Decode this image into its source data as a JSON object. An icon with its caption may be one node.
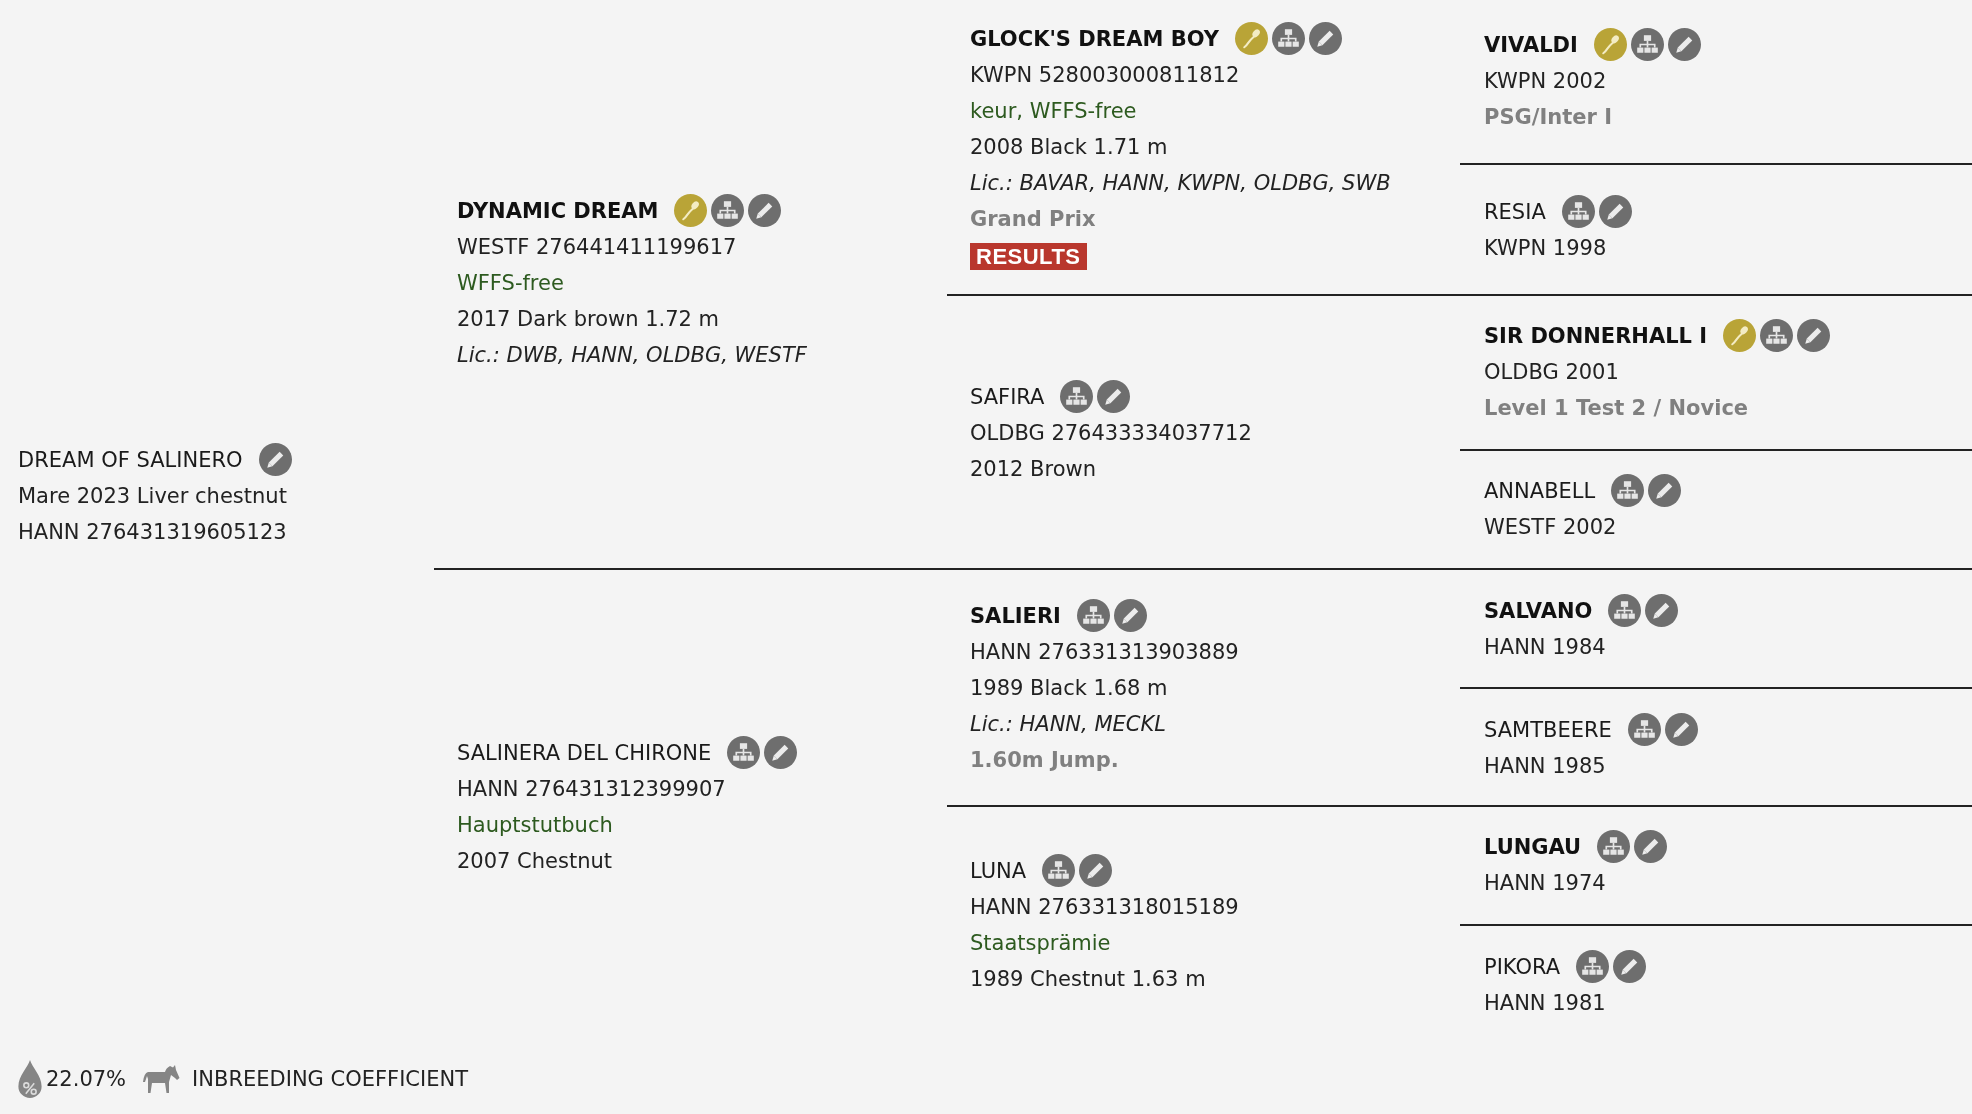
{
  "diagram": {
    "nodes": [
      {
        "text": [
          "DREAM OF SALINERO",
          "Mare 2023 Liver chestnut",
          "HANN 276431319605123"
        ]
      },
      {
        "text": [
          "DYNAMIC DREAM",
          "WESTF 276441411199617",
          "WFFS-free",
          "2017 Dark brown 1.72 m",
          "Lic.: DWB, HANN, OLDBG, WESTF"
        ]
      },
      {
        "text": [
          "SALINERA DEL CHIRONE",
          "HANN 276431312399907",
          "Hauptstutbuch",
          "2007 Chestnut"
        ]
      },
      {
        "text": [
          "GLOCK'S DREAM BOY",
          "KWPN 528003000811812",
          "keur, WFFS-free",
          "2008 Black 1.71 m",
          "Lic.: BAVAR, HANN, KWPN, OLDBG, SWB",
          "Grand Prix",
          "RESULTS"
        ]
      },
      {
        "text": [
          "SAFIRA",
          "OLDBG 276433334037712",
          "2012 Brown"
        ]
      },
      {
        "text": [
          "SALIERI",
          "HANN 276331313903889",
          "1989 Black 1.68 m",
          "Lic.: HANN, MECKL",
          "1.60m Jump."
        ]
      },
      {
        "text": [
          "LUNA",
          "HANN 276331318015189",
          "Staatsprämie",
          "1989 Chestnut 1.63 m"
        ]
      },
      {
        "text": [
          "VIVALDI",
          "KWPN 2002",
          "PSG/Inter I"
        ]
      },
      {
        "text": [
          "RESIA",
          "KWPN 1998"
        ]
      },
      {
        "text": [
          "SIR DONNERHALL I",
          "OLDBG 2001",
          "Level 1 Test 2 / Novice"
        ]
      },
      {
        "text": [
          "ANNABELL",
          "WESTF 2002"
        ]
      },
      {
        "text": [
          "SALVANO",
          "HANN 1984"
        ]
      },
      {
        "text": [
          "SAMTBEERE",
          "HANN 1985"
        ]
      },
      {
        "text": [
          "LUNGAU",
          "HANN 1974"
        ]
      },
      {
        "text": [
          "PIKORA",
          "HANN 1981"
        ]
      }
    ],
    "labels": [
      "22.07%",
      "INBREEDING COEFFICIENT"
    ]
  }
}
